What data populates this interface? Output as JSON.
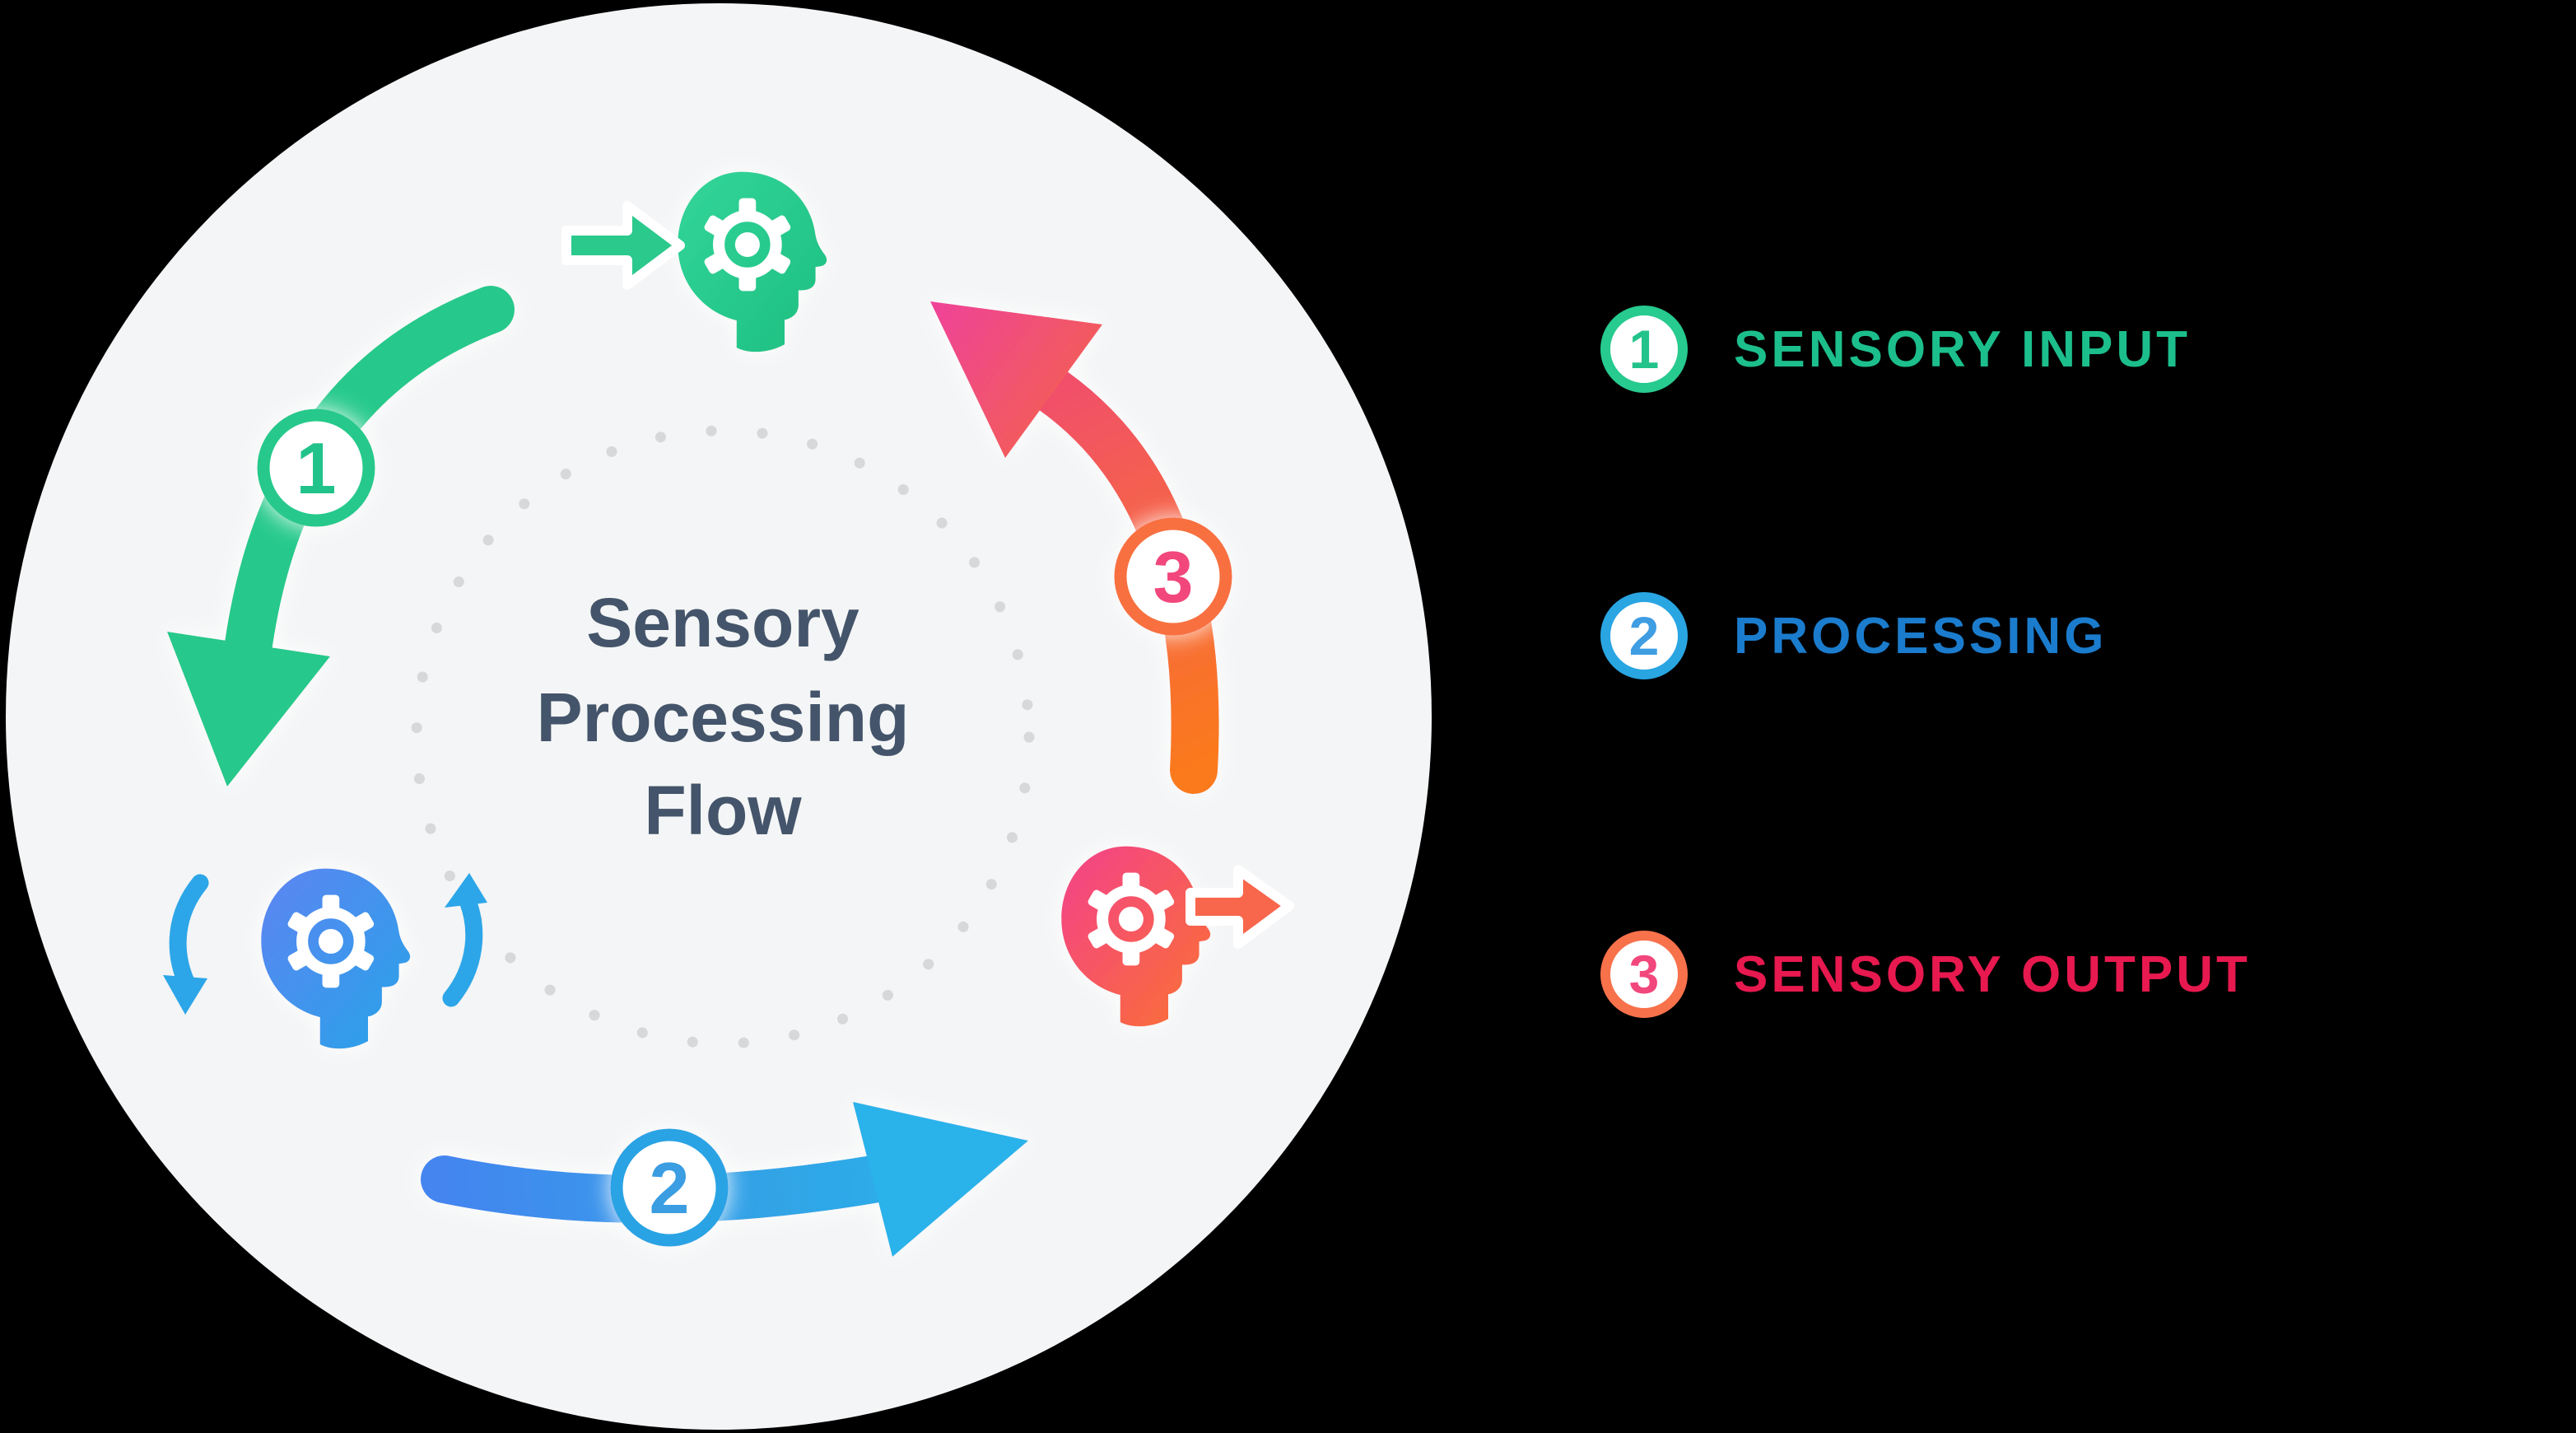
{
  "title": {
    "lines": [
      "Sensory",
      "Processing",
      "Flow"
    ]
  },
  "diagram": {
    "badges": [
      {
        "number": "1"
      },
      {
        "number": "2"
      },
      {
        "number": "3"
      }
    ],
    "icons": [
      "head-with-gear-icon-green",
      "head-with-gear-icon-blue",
      "head-with-gear-icon-red",
      "arrow-into-head-icon",
      "cycle-arrow-down-icon",
      "cycle-arrow-up-icon",
      "arrow-out-of-head-icon",
      "curved-arrow-step-1",
      "curved-arrow-step-2",
      "curved-arrow-step-3"
    ],
    "colors": {
      "background_circle": "#f4f5f6",
      "outside_background": "#000000",
      "dotted_ring": "#d7d8da",
      "center_text": "#44546a",
      "green": "#25c98b",
      "blue_start": "#4485f0",
      "blue_end": "#29b5ec",
      "pink": "#ee3f86",
      "orange": "#fb7a1c",
      "red_arrow": "#f8664b"
    }
  },
  "legend": {
    "items": [
      {
        "number": "1",
        "label": "SENSORY INPUT",
        "ring_color": "#27ca8f",
        "number_color": "#22c38a",
        "label_color": "#1cbf8b"
      },
      {
        "number": "2",
        "label": "PROCESSING",
        "ring_color": "#29a5e2",
        "number_color": "#3f9de2",
        "label_color": "#1b7ccd"
      },
      {
        "number": "3",
        "label": "SENSORY OUTPUT",
        "ring_color": "#f7714b",
        "number_color": "#f1477c",
        "label_color": "#e7194f"
      }
    ]
  }
}
